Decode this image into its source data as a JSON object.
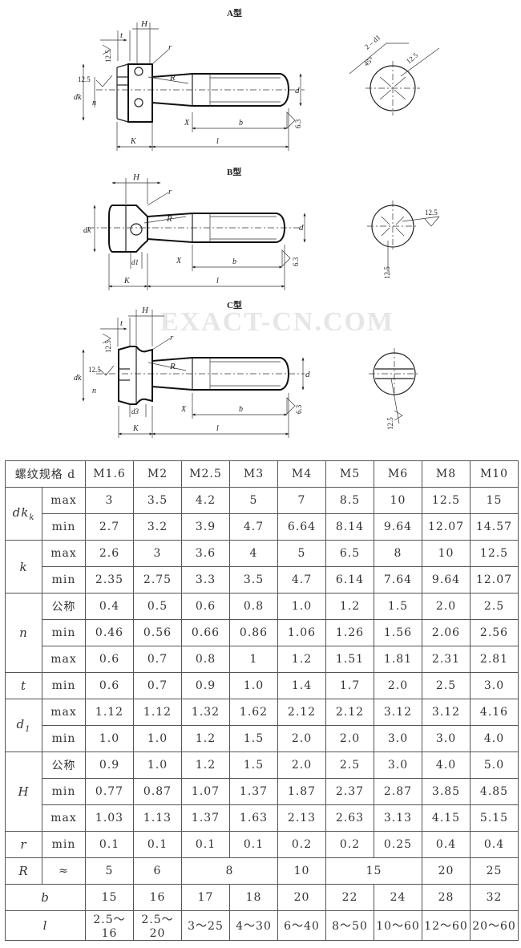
{
  "drawings": {
    "type_a": {
      "title": "A型",
      "labels": {
        "H": "H",
        "t": "t",
        "r": "r",
        "R": "R",
        "dk": "dk",
        "n": "n",
        "d": "d",
        "X": "X",
        "b": "b",
        "K": "K",
        "l": "l",
        "rough_top": "12.5",
        "rough_left": "12.5",
        "rough_bottom": "6.3",
        "rough_end": "12.5",
        "holes": "2 – d1",
        "angle": "45°"
      }
    },
    "type_b": {
      "title": "B型",
      "labels": {
        "H": "H",
        "r": "r",
        "R": "R",
        "dk": "dk",
        "d": "d",
        "d1": "d1",
        "X": "X",
        "b": "b",
        "K": "K",
        "l": "l",
        "rough_bottom": "6.3",
        "rough_end_right": "12.5",
        "rough_end_bottom": "12.5"
      }
    },
    "type_c": {
      "title": "C型",
      "labels": {
        "H": "H",
        "t": "t",
        "r": "r",
        "R": "R",
        "dk": "dk",
        "n": "n",
        "d": "d",
        "d3": "d3",
        "X": "X",
        "b": "b",
        "K": "K",
        "l": "l",
        "rough_top": "12.5",
        "rough_left": "12.5",
        "rough_bottom": "6.3",
        "rough_end": "12.5"
      }
    },
    "watermark": "EXACT-CN.COM"
  },
  "table": {
    "header": [
      "螺纹规格 d",
      "M1.6",
      "M2",
      "M2.5",
      "M3",
      "M4",
      "M5",
      "M6",
      "M8",
      "M10"
    ],
    "groups": [
      {
        "param": "dk",
        "sub": "k",
        "rows": [
          {
            "label": "max",
            "values": [
              "3",
              "3.5",
              "4.2",
              "5",
              "7",
              "8.5",
              "10",
              "12.5",
              "15"
            ]
          },
          {
            "label": "min",
            "values": [
              "2.7",
              "3.2",
              "3.9",
              "4.7",
              "6.64",
              "8.14",
              "9.64",
              "12.07",
              "14.57"
            ]
          }
        ]
      },
      {
        "param": "k",
        "sub": "",
        "rows": [
          {
            "label": "max",
            "values": [
              "2.6",
              "3",
              "3.6",
              "4",
              "5",
              "6.5",
              "8",
              "10",
              "12.5"
            ]
          },
          {
            "label": "min",
            "values": [
              "2.35",
              "2.75",
              "3.3",
              "3.5",
              "4.7",
              "6.14",
              "7.64",
              "9.64",
              "12.07"
            ]
          }
        ]
      },
      {
        "param": "n",
        "sub": "",
        "rows": [
          {
            "label": "公称",
            "values": [
              "0.4",
              "0.5",
              "0.6",
              "0.8",
              "1.0",
              "1.2",
              "1.5",
              "2.0",
              "2.5"
            ]
          },
          {
            "label": "min",
            "values": [
              "0.46",
              "0.56",
              "0.66",
              "0.86",
              "1.06",
              "1.26",
              "1.56",
              "2.06",
              "2.56"
            ]
          },
          {
            "label": "max",
            "values": [
              "0.6",
              "0.7",
              "0.8",
              "1",
              "1.2",
              "1.51",
              "1.81",
              "2.31",
              "2.81"
            ]
          }
        ]
      },
      {
        "param": "t",
        "sub": "",
        "rows": [
          {
            "label": "min",
            "values": [
              "0.6",
              "0.7",
              "0.9",
              "1.0",
              "1.4",
              "1.7",
              "2.0",
              "2.5",
              "3.0"
            ]
          }
        ]
      },
      {
        "param": "d",
        "sub": "1",
        "rows": [
          {
            "label": "max",
            "values": [
              "1.12",
              "1.12",
              "1.32",
              "1.62",
              "2.12",
              "2.12",
              "3.12",
              "3.12",
              "4.16"
            ]
          },
          {
            "label": "min",
            "values": [
              "1.0",
              "1.0",
              "1.2",
              "1.5",
              "2.0",
              "2.0",
              "3.0",
              "3.0",
              "4.0"
            ]
          }
        ]
      },
      {
        "param": "H",
        "sub": "",
        "rows": [
          {
            "label": "公称",
            "values": [
              "0.9",
              "1.0",
              "1.2",
              "1.5",
              "2.0",
              "2.5",
              "3.0",
              "4.0",
              "5.0"
            ]
          },
          {
            "label": "min",
            "values": [
              "0.77",
              "0.87",
              "1.07",
              "1.37",
              "1.87",
              "2.37",
              "2.87",
              "3.85",
              "4.85"
            ]
          },
          {
            "label": "max",
            "values": [
              "1.03",
              "1.13",
              "1.37",
              "1.63",
              "2.13",
              "2.63",
              "3.13",
              "4.15",
              "5.15"
            ]
          }
        ]
      },
      {
        "param": "r",
        "sub": "",
        "rows": [
          {
            "label": "min",
            "values": [
              "0.1",
              "0.1",
              "0.1",
              "0.1",
              "0.2",
              "0.2",
              "0.25",
              "0.4",
              "0.4"
            ]
          }
        ]
      }
    ],
    "R_row": {
      "param": "R",
      "label": "≈",
      "cells": [
        {
          "text": "5",
          "span": 1
        },
        {
          "text": "6",
          "span": 1
        },
        {
          "text": "8",
          "span": 2
        },
        {
          "text": "10",
          "span": 1
        },
        {
          "text": "15",
          "span": 2
        },
        {
          "text": "20",
          "span": 1
        },
        {
          "text": "25",
          "span": 1
        }
      ]
    },
    "b_row": {
      "param": "b",
      "values": [
        "15",
        "16",
        "17",
        "18",
        "20",
        "22",
        "24",
        "28",
        "32"
      ]
    },
    "l_row": {
      "param": "l",
      "values": [
        "2.5～16",
        "2.5～20",
        "3～25",
        "4～30",
        "6～40",
        "8～50",
        "10～60",
        "12～60",
        "20～60"
      ]
    }
  }
}
